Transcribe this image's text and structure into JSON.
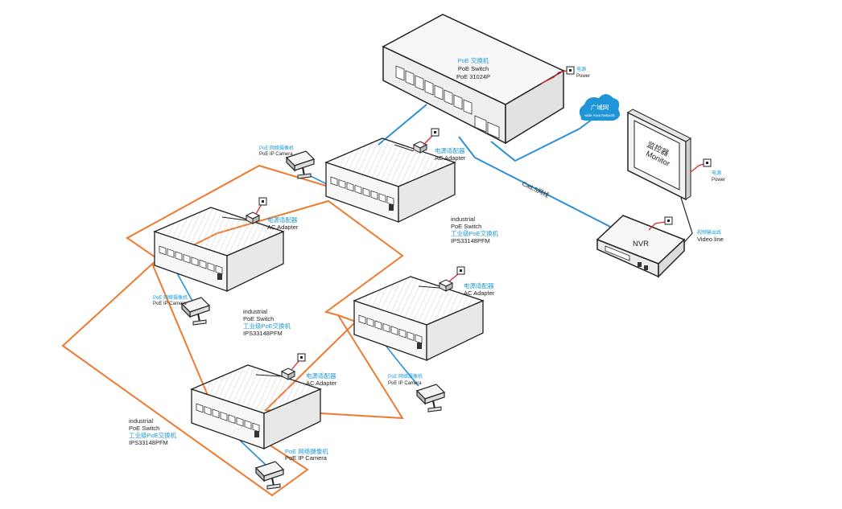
{
  "colors": {
    "ring": "#ef7a2f",
    "uplink": "#2a8fd6",
    "power": "#d92b2b",
    "device_fill": "#f2f2f2",
    "device_stroke": "#222222",
    "text_blue": "#1a9ad6",
    "text_dark": "#222222"
  },
  "main_switch": {
    "cn": "PoE 交换机",
    "en": "PoE Switch",
    "model": "PoE 31024P"
  },
  "power_label": {
    "cn": "电源",
    "en": "Power"
  },
  "wan": {
    "cn": "广域网",
    "en": "wide Area Network"
  },
  "monitor": {
    "cn": "监控器",
    "en": "Monitor"
  },
  "nvr": {
    "label": "NVR"
  },
  "video_line": {
    "cn": "视频输出线",
    "en": "Video line"
  },
  "cable": {
    "label": "CatLS网线"
  },
  "adapter": {
    "cn": "电源适配器",
    "en": "AC Adapter"
  },
  "camera": {
    "cn": "PoE 网络摄像机",
    "en": "PoE IP Camera"
  },
  "industrial_switch": {
    "line1": "industrial",
    "line2": "PoE Switch",
    "cn": "工业级PoE交换机",
    "model": "IPS33148PFM"
  }
}
